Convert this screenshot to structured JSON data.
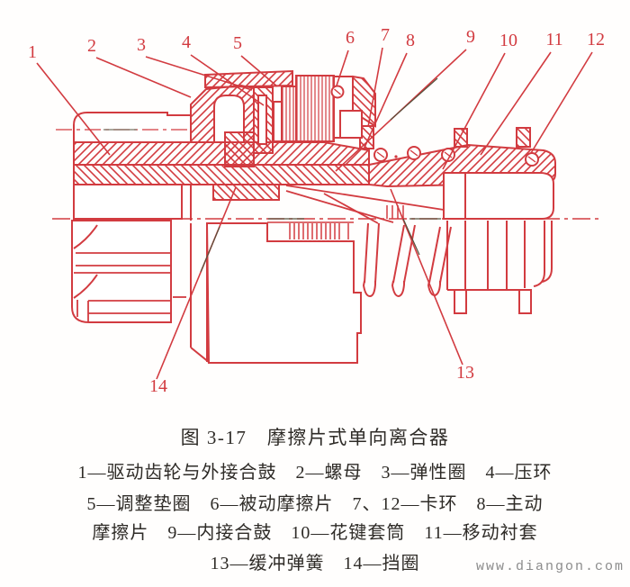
{
  "figure": {
    "title": "图 3-17　摩擦片式单向离合器",
    "caption_lines": [
      "1—驱动齿轮与外接合鼓　2—螺母　3—弹性圈　4—压环",
      "5—调整垫圈　6—被动摩擦片　7、12—卡环　8—主动",
      "摩擦片　9—内接合鼓　10—花键套筒　11—移动衬套",
      "13—缓冲弹簧　14—挡圈"
    ]
  },
  "callouts": [
    "1",
    "2",
    "3",
    "4",
    "5",
    "6",
    "7",
    "8",
    "9",
    "10",
    "11",
    "12",
    "13",
    "14"
  ],
  "watermark": "www.diangon.com",
  "colors": {
    "line_red": "#d23b40",
    "ink_dark": "#56513c",
    "caption_text": "#2e2b27",
    "watermark_gray": "#8c8c8c"
  }
}
